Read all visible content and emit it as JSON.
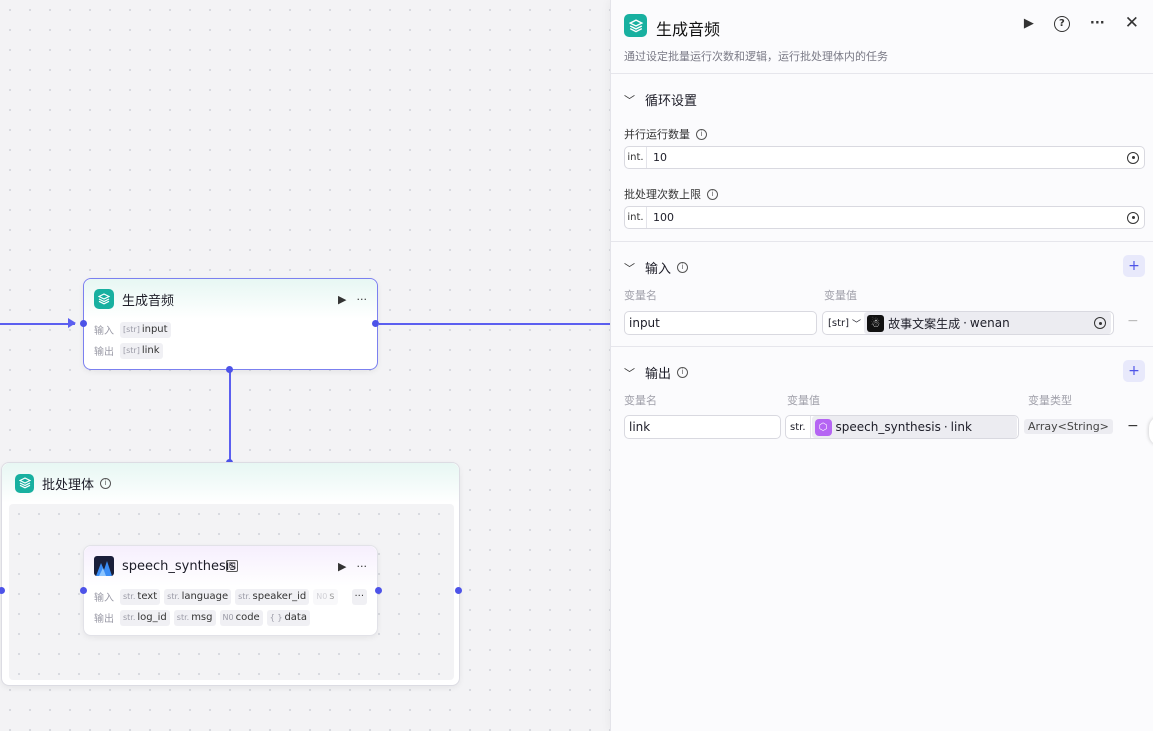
{
  "canvas": {
    "node_audio": {
      "title": "生成音频",
      "input_label": "输入",
      "input_type": "[str]",
      "input_name": "input",
      "output_label": "输出",
      "output_type": "[str]",
      "output_name": "link"
    },
    "batch_node": {
      "title": "批处理体"
    },
    "speech_node": {
      "title": "speech_synthesis",
      "input_label": "输入",
      "inputs": [
        {
          "type": "str.",
          "name": "text"
        },
        {
          "type": "str.",
          "name": "language"
        },
        {
          "type": "str.",
          "name": "speaker_id"
        },
        {
          "type": "N0",
          "name": "s"
        }
      ],
      "output_label": "输出",
      "outputs": [
        {
          "type": "str.",
          "name": "log_id"
        },
        {
          "type": "str.",
          "name": "msg"
        },
        {
          "type": "N0",
          "name": "code"
        },
        {
          "type": "{ }",
          "name": "data"
        }
      ],
      "more": "···"
    }
  },
  "panel": {
    "title": "生成音频",
    "description": "通过设定批量运行次数和逻辑，运行批处理体内的任务",
    "loop": {
      "section_title": "循环设置",
      "parallel_label": "并行运行数量",
      "parallel_type": "int.",
      "parallel_value": "10",
      "limit_label": "批处理次数上限",
      "limit_type": "int.",
      "limit_value": "100"
    },
    "input": {
      "section_title": "输入",
      "col_name": "变量名",
      "col_value": "变量值",
      "var_name": "input",
      "var_type": "[str]",
      "ref_source": "故事文案生成",
      "ref_sep": "·",
      "ref_field": "wenan"
    },
    "output": {
      "section_title": "输出",
      "col_name": "变量名",
      "col_value": "变量值",
      "col_type": "变量类型",
      "var_name": "link",
      "var_type": "str.",
      "ref_source": "speech_synthesis",
      "ref_sep": "·",
      "ref_field": "link",
      "result_type": "Array<String>"
    }
  },
  "colors": {
    "accent": "#4d53e8",
    "edge": "#5b5ff0",
    "app_teal": "#18b0a0",
    "plugin_purple": "#b565f3"
  }
}
